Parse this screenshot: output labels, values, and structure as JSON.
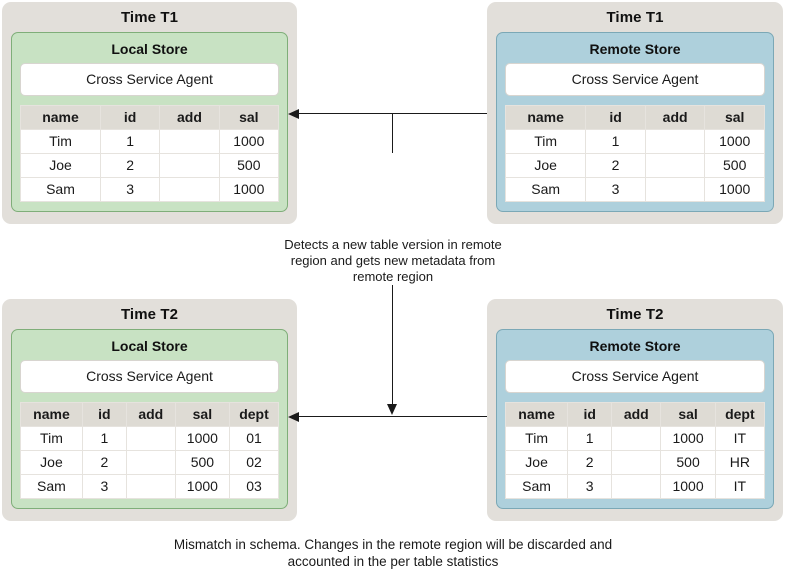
{
  "panels": [
    {
      "id": "top-left",
      "time_label": "Time T1",
      "store_label": "Local Store",
      "store_kind": "local",
      "agent_label": "Cross Service Agent",
      "table": {
        "columns": [
          "name",
          "id",
          "add",
          "sal"
        ],
        "rows": [
          [
            "Tim",
            "1",
            "",
            "1000"
          ],
          [
            "Joe",
            "2",
            "",
            "500"
          ],
          [
            "Sam",
            "3",
            "",
            "1000"
          ]
        ]
      }
    },
    {
      "id": "top-right",
      "time_label": "Time T1",
      "store_label": "Remote Store",
      "store_kind": "remote",
      "agent_label": "Cross Service Agent",
      "table": {
        "columns": [
          "name",
          "id",
          "add",
          "sal"
        ],
        "rows": [
          [
            "Tim",
            "1",
            "",
            "1000"
          ],
          [
            "Joe",
            "2",
            "",
            "500"
          ],
          [
            "Sam",
            "3",
            "",
            "1000"
          ]
        ]
      }
    },
    {
      "id": "bottom-left",
      "time_label": "Time T2",
      "store_label": "Local Store",
      "store_kind": "local",
      "agent_label": "Cross Service Agent",
      "table": {
        "columns": [
          "name",
          "id",
          "add",
          "sal",
          "dept"
        ],
        "rows": [
          [
            "Tim",
            "1",
            "",
            "1000",
            "01"
          ],
          [
            "Joe",
            "2",
            "",
            "500",
            "02"
          ],
          [
            "Sam",
            "3",
            "",
            "1000",
            "03"
          ]
        ]
      }
    },
    {
      "id": "bottom-right",
      "time_label": "Time T2",
      "store_label": "Remote Store",
      "store_kind": "remote",
      "agent_label": "Cross Service Agent",
      "table": {
        "columns": [
          "name",
          "id",
          "add",
          "sal",
          "dept"
        ],
        "rows": [
          [
            "Tim",
            "1",
            "",
            "1000",
            "IT"
          ],
          [
            "Joe",
            "2",
            "",
            "500",
            "HR"
          ],
          [
            "Sam",
            "3",
            "",
            "1000",
            "IT"
          ]
        ]
      }
    }
  ],
  "annotations": {
    "middle_note": "Detects a new table version in remote region and gets new metadata from remote region",
    "bottom_caption": "Mismatch in schema. Changes in the remote region will be discarded and accounted in the per table statistics"
  },
  "colors": {
    "page_background": "#ffffff",
    "outer_panel": "#e2dfda",
    "local_store_fill": "#c8e2c3",
    "local_store_border": "#7fae79",
    "remote_store_fill": "#aed0dc",
    "remote_store_border": "#7ba8b6",
    "agent_box_fill": "#ffffff",
    "table_header_fill": "#dedbd4",
    "table_cell_fill": "#ffffff",
    "connector": "#1a1a1a",
    "text": "#1a1a1a"
  }
}
